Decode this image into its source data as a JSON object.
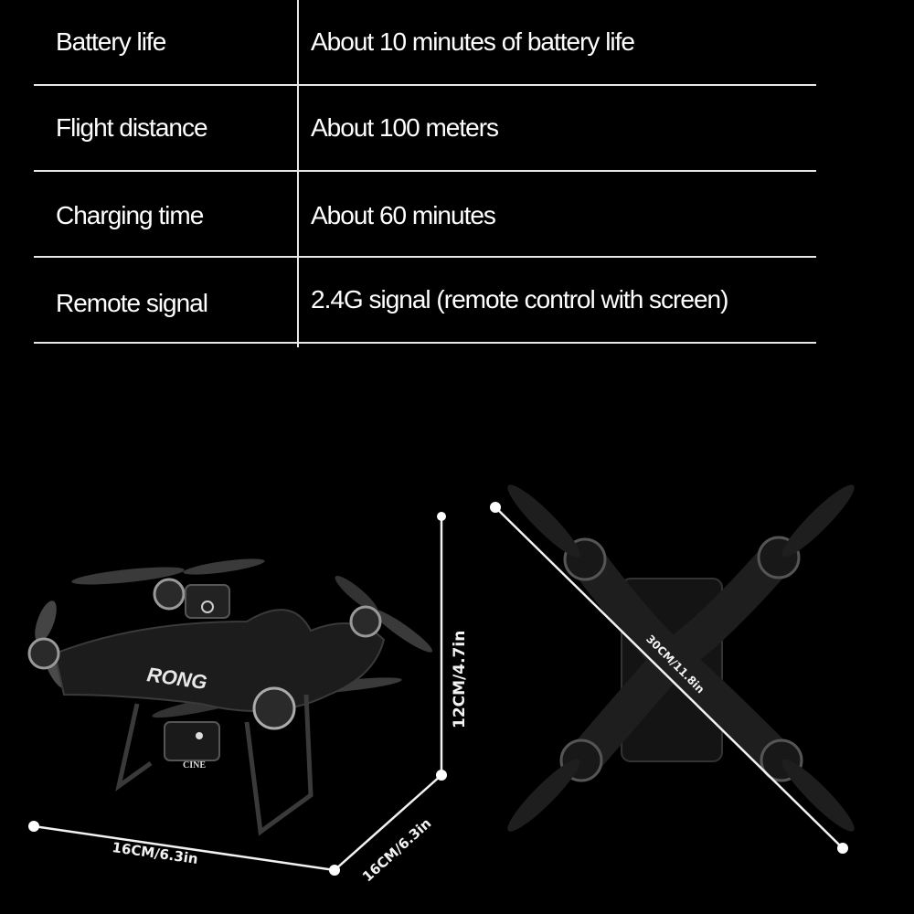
{
  "specs": [
    {
      "label": "Battery life",
      "value": "About 10 minutes of battery life"
    },
    {
      "label": "Flight distance",
      "value": "About 100 meters"
    },
    {
      "label": "Charging time",
      "value": "About 60 minutes"
    },
    {
      "label": "Remote signal",
      "value": "2.4G signal (remote control with screen)"
    }
  ],
  "dimensions": {
    "height": "12CM/4.7in",
    "width": "16CM/6.3in",
    "depth": "16CM/6.3in",
    "diagonal": "30CM/11.8in"
  },
  "drone": {
    "brand_mark": "RONG",
    "camera_mark": "CINE"
  },
  "colors": {
    "background": "#000000",
    "text": "#ffffff",
    "lines": "#e8e8e8"
  }
}
